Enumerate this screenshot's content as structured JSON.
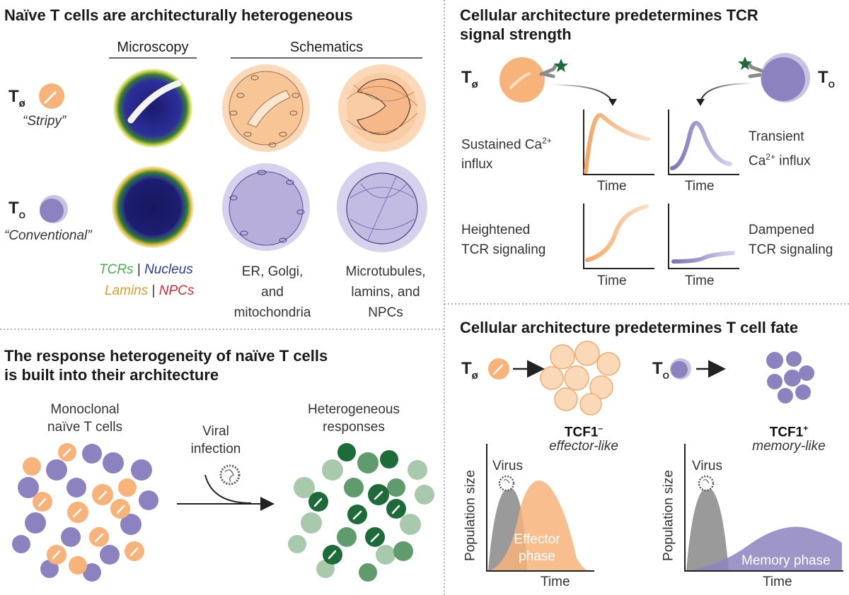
{
  "panels": {
    "top_left": {
      "title": "Naïve T cells are architecturally heterogeneous",
      "microscopy": "Microscopy",
      "schematics": "Schematics",
      "t_phi": "T",
      "t_phi_sub": "ø",
      "stripy": "“Stripy”",
      "t_o": "T",
      "t_o_sub": "O",
      "conventional": "“Conventional”",
      "legend": {
        "tcrs": "TCRs",
        "sep": "|",
        "nucleus": "Nucleus",
        "lamins": "Lamins",
        "npcs": "NPCs"
      },
      "col2_caption": [
        "ER, Golgi,",
        "and",
        "mitochondria"
      ],
      "col3_caption": [
        "Microtubules,",
        "lamins, and",
        "NPCs"
      ]
    },
    "top_right": {
      "title_line1": "Cellular architecture predetermines TCR",
      "title_line2": "signal strength",
      "t_phi": "T",
      "t_phi_sub": "ø",
      "t_o": "T",
      "t_o_sub": "O",
      "sustained": {
        "line1": "Sustained Ca",
        "sup": "2+",
        "line2": "influx"
      },
      "transient": {
        "line1": "Transient",
        "line2": "Ca",
        "sup": "2+",
        "line2_rest": " influx"
      },
      "heightened": [
        "Heightened",
        "TCR signaling"
      ],
      "dampened": [
        "Dampened",
        "TCR signaling"
      ],
      "time": "Time"
    },
    "bottom_left": {
      "title_line1": "The response heterogeneity of naïve T cells",
      "title_line2": "is built into their architecture",
      "monoclonal": [
        "Monoclonal",
        "naïve T cells"
      ],
      "viral": [
        "Viral",
        "infection"
      ],
      "heterogeneous": [
        "Heterogeneous",
        "responses"
      ]
    },
    "bottom_right": {
      "title": "Cellular architecture predetermines T cell fate",
      "t_phi": "T",
      "t_phi_sub": "ø",
      "t_o": "T",
      "t_o_sub": "O",
      "tcf1_neg": "TCF1",
      "tcf1_neg_sup": "–",
      "effector_like": "effector-like",
      "tcf1_pos": "TCF1",
      "tcf1_pos_sup": "+",
      "memory_like": "memory-like",
      "virus": "Virus",
      "population_size": "Population size",
      "time": "Time",
      "effector_phase": [
        "Effector",
        "phase"
      ],
      "memory_phase": "Memory phase"
    }
  },
  "colors": {
    "orange": "#f7b37a",
    "orange_light": "#fbd8b8",
    "purple": "#8d82c0",
    "purple_light": "#c9c3e3",
    "dark_green": "#1e6b3a",
    "mid_green": "#5f9b6c",
    "light_green": "#a9c9ac",
    "gray": "#9a9a9a",
    "divider": "#888888",
    "tcrs_green": "#4caf50",
    "nucleus_blue": "#2b3a9a",
    "lamins_gold": "#d4a02a",
    "npcs_red": "#d62b3a"
  }
}
